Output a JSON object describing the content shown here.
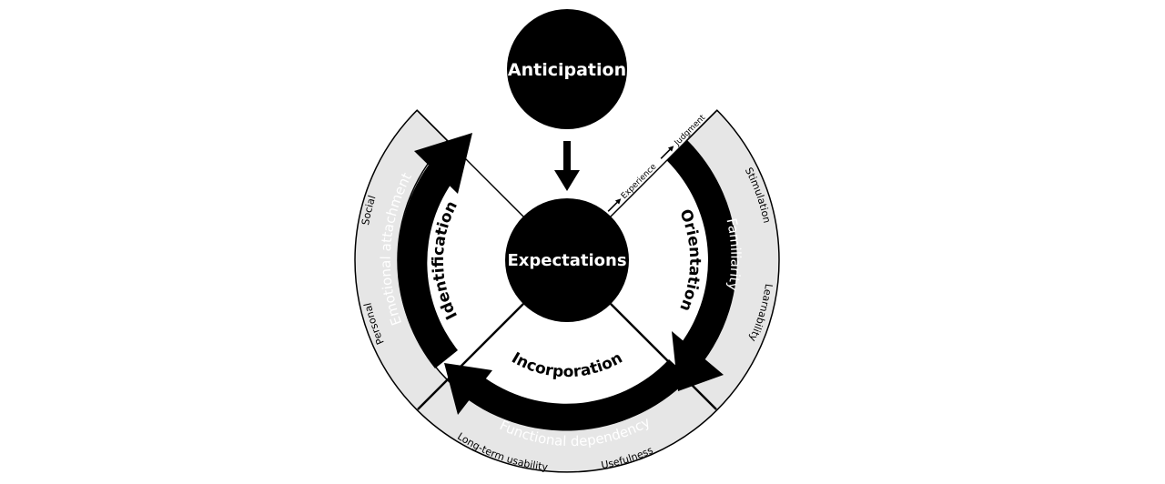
{
  "nodes": {
    "anticipation": "Anticipation",
    "expectations": "Expectations"
  },
  "flow": {
    "experience": "Experience",
    "judgment": "Judgment"
  },
  "phases": {
    "identification": "Identification",
    "orientation": "Orientation",
    "incorporation": "Incorporation"
  },
  "band": {
    "emotional_attachment": "Emotional attachment",
    "familiarity": "Familiarity",
    "functional_dependency": "Functional dependency"
  },
  "outer": {
    "social": "Social",
    "personal": "Personal",
    "stimulation": "Stimulation",
    "learnability": "Learnability",
    "long_term_usability": "Long-term usability",
    "usefulness": "Usefulness"
  },
  "colors": {
    "ink": "#000000",
    "ring_fill": "#e6e6e6",
    "background": "#ffffff"
  }
}
